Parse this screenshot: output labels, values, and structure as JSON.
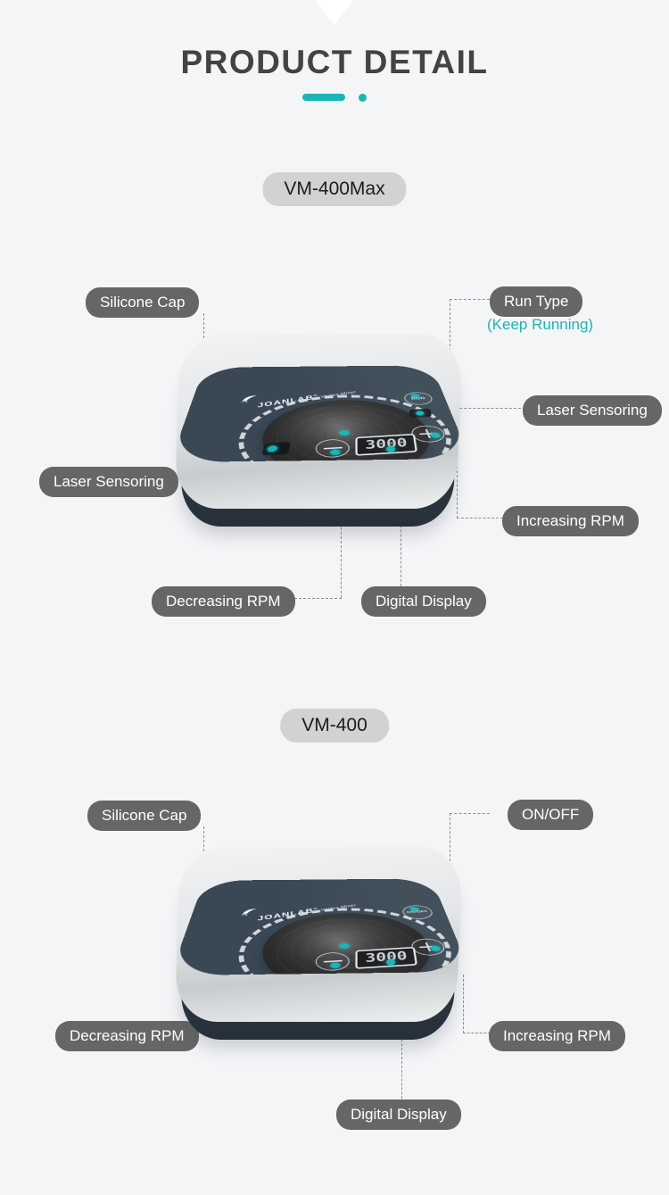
{
  "header": {
    "title": "PRODUCT  DETAIL",
    "accent_color": "#1ab5b5",
    "background_color": "#f4f5f7",
    "pill_color": "#666666",
    "badge_color": "#d2d2d2"
  },
  "sections": [
    {
      "model": "VM-400Max",
      "device": {
        "brand": "JOANLAB",
        "brand_sup": "®",
        "brand_sub": "Vortex Mixer",
        "display_value": "3000",
        "run_button_label": "RUN",
        "increase_glyph": "+",
        "decrease_glyph": "−"
      },
      "callouts": [
        {
          "label": "Silicone Cap"
        },
        {
          "label": "Laser Sensoring"
        },
        {
          "label": "Run Type",
          "note": "(Keep Running)"
        },
        {
          "label": "Laser Sensoring"
        },
        {
          "label": "Increasing RPM"
        },
        {
          "label": "Digital Display"
        },
        {
          "label": "Decreasing RPM"
        }
      ]
    },
    {
      "model": "VM-400",
      "device": {
        "brand": "JOANLAB",
        "brand_sup": "®",
        "brand_sub": "Vortex Mixer",
        "display_value": "3000",
        "run_button_label": "ON/OFF",
        "increase_glyph": "+",
        "decrease_glyph": "−"
      },
      "callouts": [
        {
          "label": "Silicone Cap"
        },
        {
          "label": "ON/OFF"
        },
        {
          "label": "Increasing RPM"
        },
        {
          "label": "Digital Display"
        },
        {
          "label": "Decreasing RPM"
        }
      ]
    }
  ]
}
